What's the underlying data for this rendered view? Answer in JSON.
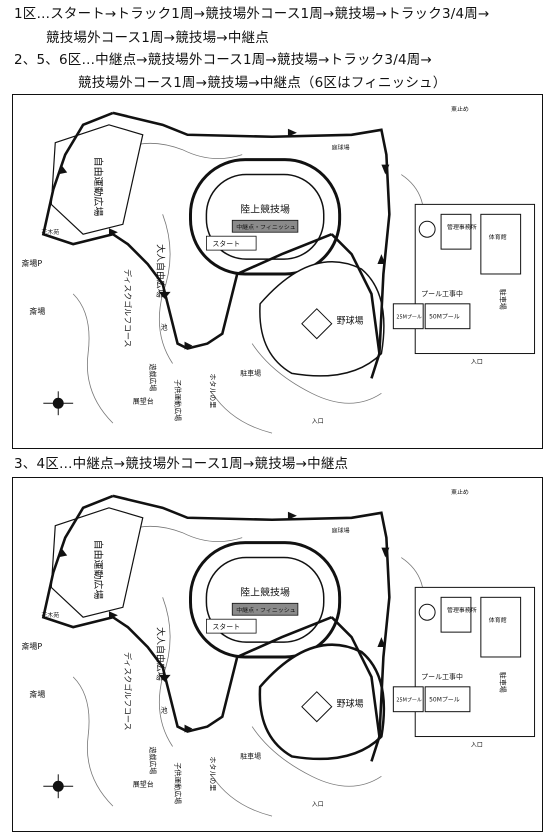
{
  "header": {
    "line1": "1区…スタート→トラック1周→競技場外コース1周→競技場→トラック3/4周→",
    "line2": "競技場外コース1周→競技場→中継点",
    "line3": "2、5、6区…中継点→競技場外コース1周→競技場→トラック3/4周→",
    "line4": "競技場外コース1周→競技場→中継点（6区はフィニッシュ）",
    "line5": "3、4区…中継点→競技場外コース1周→競技場→中継点"
  },
  "map_labels": {
    "jiyu_undou": "自由運動広場",
    "otona_jiyu": "大人自由広場",
    "disc_golf": "ディスクゴルフコース",
    "rikujo": "陸上競技場",
    "yakyu": "野球場",
    "start": "スタート",
    "relay_finish": "中継点・フィニッシュ",
    "ike": "池",
    "saijo_p": "斎場P",
    "saijo": "斎場",
    "yugi": "遊戯広場",
    "kodomo": "子供運動広場",
    "hotaru": "ホタルの里",
    "chusha": "駐車場",
    "chusha2": "駐車場",
    "pool_work": "プール工事中",
    "pool50": "50Mプール",
    "pool25": "25Mプール",
    "kanri": "管理事務所",
    "taiiku": "体育館",
    "bouboudai": "展望台",
    "iriguchi": "入口",
    "iriguchi2": "入口",
    "kagen": "花木苑",
    "gomi": "東止め",
    "tennis": "庭球場"
  }
}
